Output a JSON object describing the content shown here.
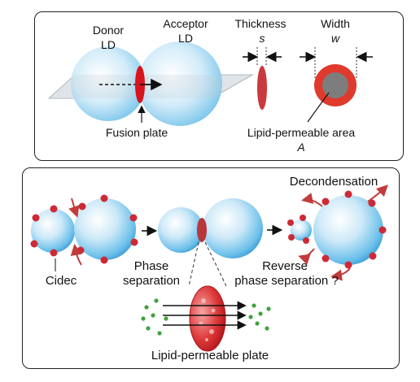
{
  "top_panel": {
    "donor_label_1": "Donor",
    "donor_label_2": "LD",
    "acceptor_label_1": "Acceptor",
    "acceptor_label_2": "LD",
    "fusion_plate_label": "Fusion plate",
    "thickness_label": "Thickness",
    "thickness_symbol": "s",
    "width_label": "Width",
    "width_symbol": "w",
    "lipid_area_label": "Lipid-permeable area",
    "lipid_area_symbol": "A"
  },
  "bottom_panel": {
    "cidec_label": "Cidec",
    "phase_label_1": "Phase",
    "phase_label_2": "separation",
    "reverse_label_1": "Reverse",
    "reverse_label_2": "phase separation ?",
    "decondensation_label": "Decondensation",
    "plate_label": "Lipid-permeable plate"
  },
  "colors": {
    "droplet": "#5cb8e6",
    "plate_red": "#d8141c",
    "cidec_red": "#cc2a36",
    "lipid_green": "#3fa33f",
    "gray_core": "#7d7d7d"
  }
}
